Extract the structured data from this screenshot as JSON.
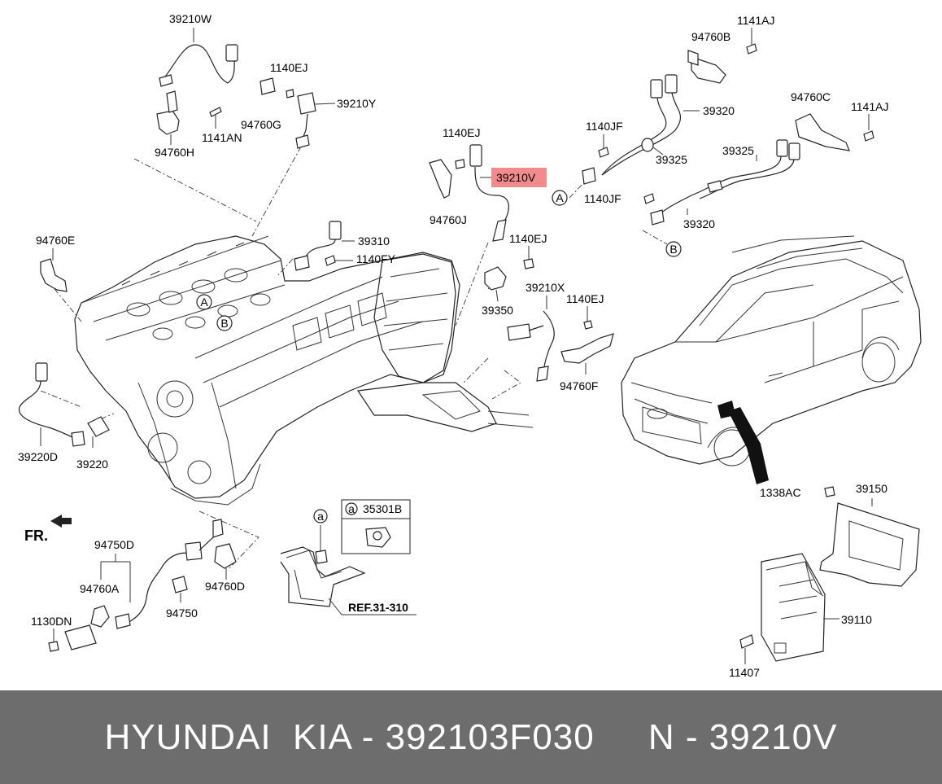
{
  "labels": {
    "p39210W": "39210W",
    "p1140EJ_a": "1140EJ",
    "p39210Y": "39210Y",
    "p94760G": "94760G",
    "p1141AN": "1141AN",
    "p94760H": "94760H",
    "p1140EJ_b": "1140EJ",
    "p39210V": "39210V",
    "p94760J": "94760J",
    "p94760B": "94760B",
    "p1141AJ_a": "1141AJ",
    "p39320_a": "39320",
    "p1140JF_a": "1140JF",
    "p39325_a": "39325",
    "p94760C": "94760C",
    "p1141AJ_b": "1141AJ",
    "p39325_b": "39325",
    "p1140JF_b": "1140JF",
    "p39320_b": "39320",
    "p94760E": "94760E",
    "p39310": "39310",
    "p1140FY": "1140FY",
    "p1140EJ_c": "1140EJ",
    "p39350": "39350",
    "p39210X": "39210X",
    "p1140EJ_d": "1140EJ",
    "p94760F": "94760F",
    "p39220D": "39220D",
    "p39220": "39220",
    "p94750D": "94750D",
    "p94760A": "94760A",
    "p1130DN": "1130DN",
    "p94750": "94750",
    "p94760D": "94760D",
    "p35301B": "35301B",
    "ref": "REF.31-310",
    "p1338AC": "1338AC",
    "p39150": "39150",
    "p39110": "39110",
    "p11407": "11407",
    "fr": "FR.",
    "markA": "A",
    "markB": "B",
    "marka": "a"
  },
  "highlight": {
    "label": "39210V",
    "color": "#f28b8b"
  },
  "footer": {
    "text": "HYUNDAI  KIA - 392103F030     N - 39210V"
  },
  "colors": {
    "footer_bg": "#6d6d6d",
    "footer_text": "#ffffff",
    "line": "#222222"
  }
}
